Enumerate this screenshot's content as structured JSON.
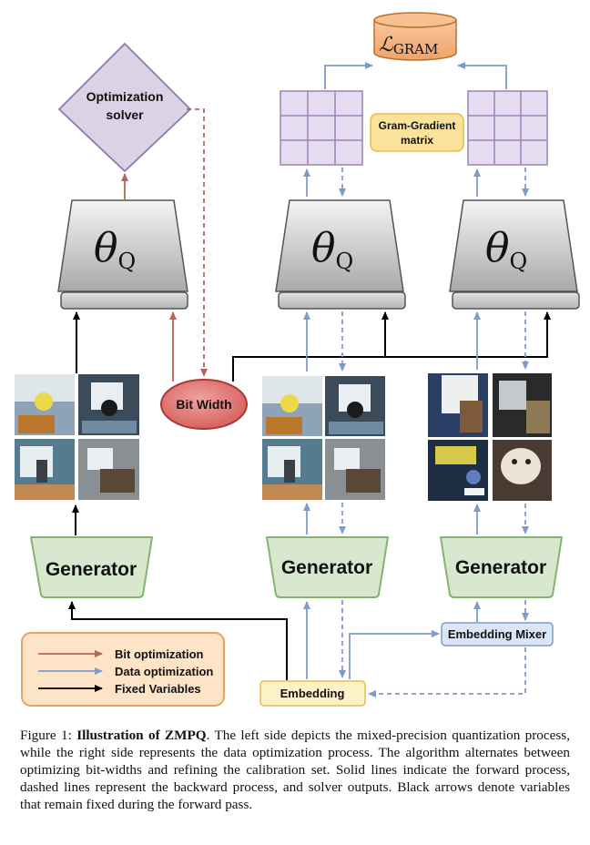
{
  "nodes": {
    "optimization_solver": [
      "Optimization",
      "solver"
    ],
    "theta_symbol": "θ",
    "theta_subscript": "Q",
    "loss_symbol": "ℒ",
    "loss_subscript": "GRAM",
    "gram_gradient": [
      "Gram-Gradient",
      "matrix"
    ],
    "bit_width": "Bit Width",
    "generator": "Generator",
    "embedding": "Embedding",
    "embedding_mixer": "Embedding Mixer"
  },
  "legend": [
    {
      "label": "Bit optimization",
      "color": "#b5655c"
    },
    {
      "label": "Data optimization",
      "color": "#7f9bc6"
    },
    {
      "label": "Fixed Variables",
      "color": "#000000"
    }
  ],
  "colors": {
    "bit_arrow": "#b5655c",
    "data_arrow": "#7f9bc6",
    "fixed_arrow": "#000000",
    "generator_fill": "#d8e8cf",
    "generator_stroke": "#86b36e",
    "solver_fill": "#dcd2e6",
    "solver_stroke": "#8f7aa9",
    "grid_fill": "#e6dcef",
    "loss_fill": "#f6b783",
    "gram_fill": "#fbe29a",
    "mixer_fill": "#dae6f8",
    "embedding_fill": "#fdf1c7",
    "bitwidth_fill": "#e47d7b",
    "legend_fill": "#fde4c6"
  },
  "caption": {
    "figure_label": "Figure 1: ",
    "title": "Illustration of ZMPQ",
    "text": ". The left side depicts the mixed-precision quantization process, while the right side represents the data optimization process. The algorithm alternates between optimizing bit-widths and refining the calibration set. Solid lines indicate the forward process, dashed lines represent the backward process, and solver outputs. Black arrows denote variables that remain fixed during the forward pass."
  }
}
